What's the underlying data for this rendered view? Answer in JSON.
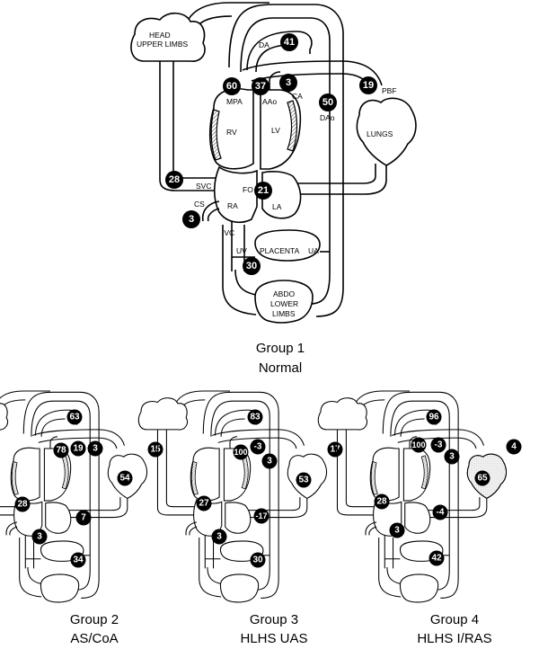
{
  "main": {
    "labels": {
      "head": "HEAD",
      "upper_limbs": "UPPER LIMBS",
      "da": "DA",
      "mpa": "MPA",
      "aao": "AAo",
      "ca": "CA",
      "pbf": "PBF",
      "dao": "DAo",
      "rv": "RV",
      "lv": "LV",
      "lungs": "LUNGS",
      "svc": "SVC",
      "fo": "FO",
      "cs": "CS",
      "ra": "RA",
      "la": "LA",
      "ivc": "IVC",
      "uv": "UV",
      "placenta": "PLACENTA",
      "ua": "UA",
      "abdo": "ABDO",
      "lower": "LOWER",
      "limbs": "LIMBS"
    },
    "values": {
      "da": "41",
      "mpa": "60",
      "aao": "37",
      "ca": "3",
      "dao": "50",
      "pbf": "19",
      "svc": "28",
      "fo": "21",
      "cs": "3",
      "uv": "30"
    },
    "caption_line1": "Group 1",
    "caption_line2": "Normal"
  },
  "groups": [
    {
      "values": {
        "da": "63",
        "mpa": "78",
        "aao": "19",
        "ca": "3",
        "dao": "54",
        "pbf": "15",
        "svc": "28",
        "fo": "7",
        "cs": "3",
        "uv": "34"
      },
      "caption_line1": "Group 2",
      "caption_line2": "AS/CoA"
    },
    {
      "values": {
        "da": "83",
        "mpa": "100",
        "aao": "-3",
        "ca": "3",
        "dao": "53",
        "pbf": "17",
        "svc": "27",
        "fo": "-17",
        "cs": "3",
        "uv": "30"
      },
      "caption_line1": "Group 3",
      "caption_line2": "HLHS UAS"
    },
    {
      "values": {
        "da": "96",
        "mpa": "100",
        "aao": "-3",
        "ca": "3",
        "dao": "65",
        "pbf": "4",
        "svc": "28",
        "fo": "-4",
        "cs": "3",
        "uv": "42"
      },
      "caption_line1": "Group 4",
      "caption_line2": "HLHS I/RAS"
    }
  ],
  "colors": {
    "badge": "#000000",
    "line": "#000000",
    "background": "#ffffff"
  }
}
